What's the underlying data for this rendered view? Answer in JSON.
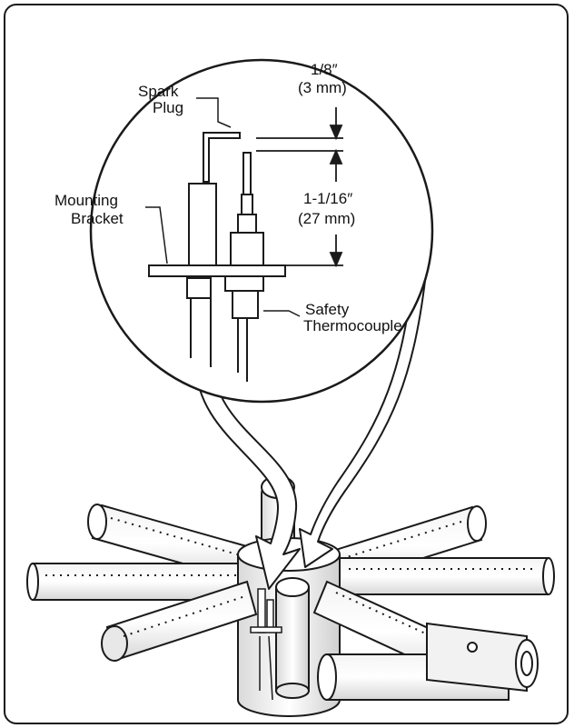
{
  "labels": {
    "spark_plug": [
      "Spark",
      "Plug"
    ],
    "mounting_bracket": [
      "Mounting",
      "Bracket"
    ],
    "safety_thermocouple": [
      "Safety",
      "Thermocouple"
    ],
    "gap_dimension": [
      "1/8″",
      "(3 mm)"
    ],
    "height_dimension": [
      "1-1/16″",
      "(27 mm)"
    ]
  },
  "colors": {
    "line": "#1a1a1a",
    "fill": "#ffffff",
    "shade": "#e6e6e6",
    "dark_shade": "#bdbdbd"
  }
}
